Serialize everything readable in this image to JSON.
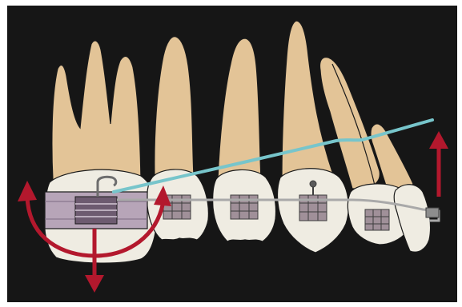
{
  "figure": {
    "subject": "orthodontic-appliance-upper-teeth",
    "colors": {
      "frame": "#ffffff",
      "background": "#161616",
      "root": "#e3c497",
      "crown": "#efece2",
      "outline": "#1a1a1a",
      "band": "#b7a5b8",
      "band_dark": "#7d6a82",
      "bracket": "#9c8c98",
      "main_archwire": "#a9a9a9",
      "auxiliary_wire": "#77c5cb",
      "force_arrow": "#b3182d"
    },
    "elements": {
      "teeth": [
        "first-molar",
        "second-premolar",
        "first-premolar",
        "canine",
        "lateral-incisor",
        "central-incisor"
      ],
      "appliances": [
        "molar-band-with-headgear-tube",
        "brackets",
        "main-archwire",
        "auxiliary-wire"
      ],
      "arrows": [
        "molar-rotation-arrow",
        "molar-intrusion-down-arrow",
        "incisor-extrusion-up-arrow"
      ]
    }
  }
}
